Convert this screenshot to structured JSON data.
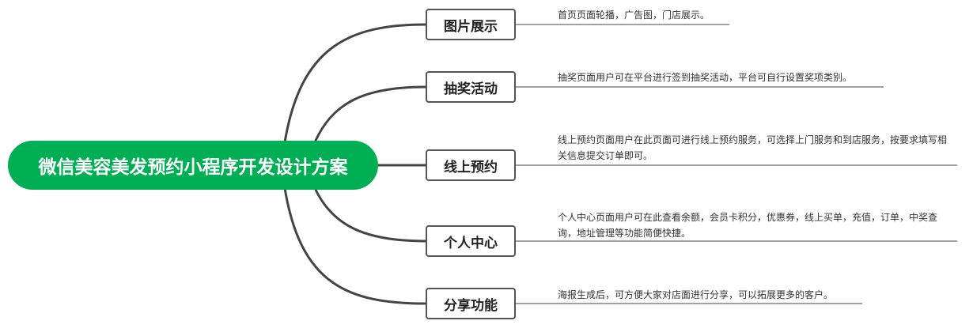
{
  "root": {
    "title": "微信美容美发预约小程序开发设计方案",
    "color": "#00ae53"
  },
  "branches": [
    {
      "label": "图片展示",
      "desc": "首页页面轮播，广告图，门店展示。"
    },
    {
      "label": "抽奖活动",
      "desc": "抽奖页面用户可在平台进行签到抽奖活动，平台可自行设置奖项类别。"
    },
    {
      "label": "线上预约",
      "desc": "线上预约页面用户在此页面可进行线上预约服务，可选择上门服务和到店服务，按要求填写相关信息提交订单即可。"
    },
    {
      "label": "个人中心",
      "desc": "个人中心页面用户可在此查看余额，会员卡积分，优惠券，线上买单，充值，订单，中奖查询，地址管理等功能简便快捷。"
    },
    {
      "label": "分享功能",
      "desc": "海报生成后，可方便大家对店面进行分享，可以拓展更多的客户。"
    }
  ]
}
